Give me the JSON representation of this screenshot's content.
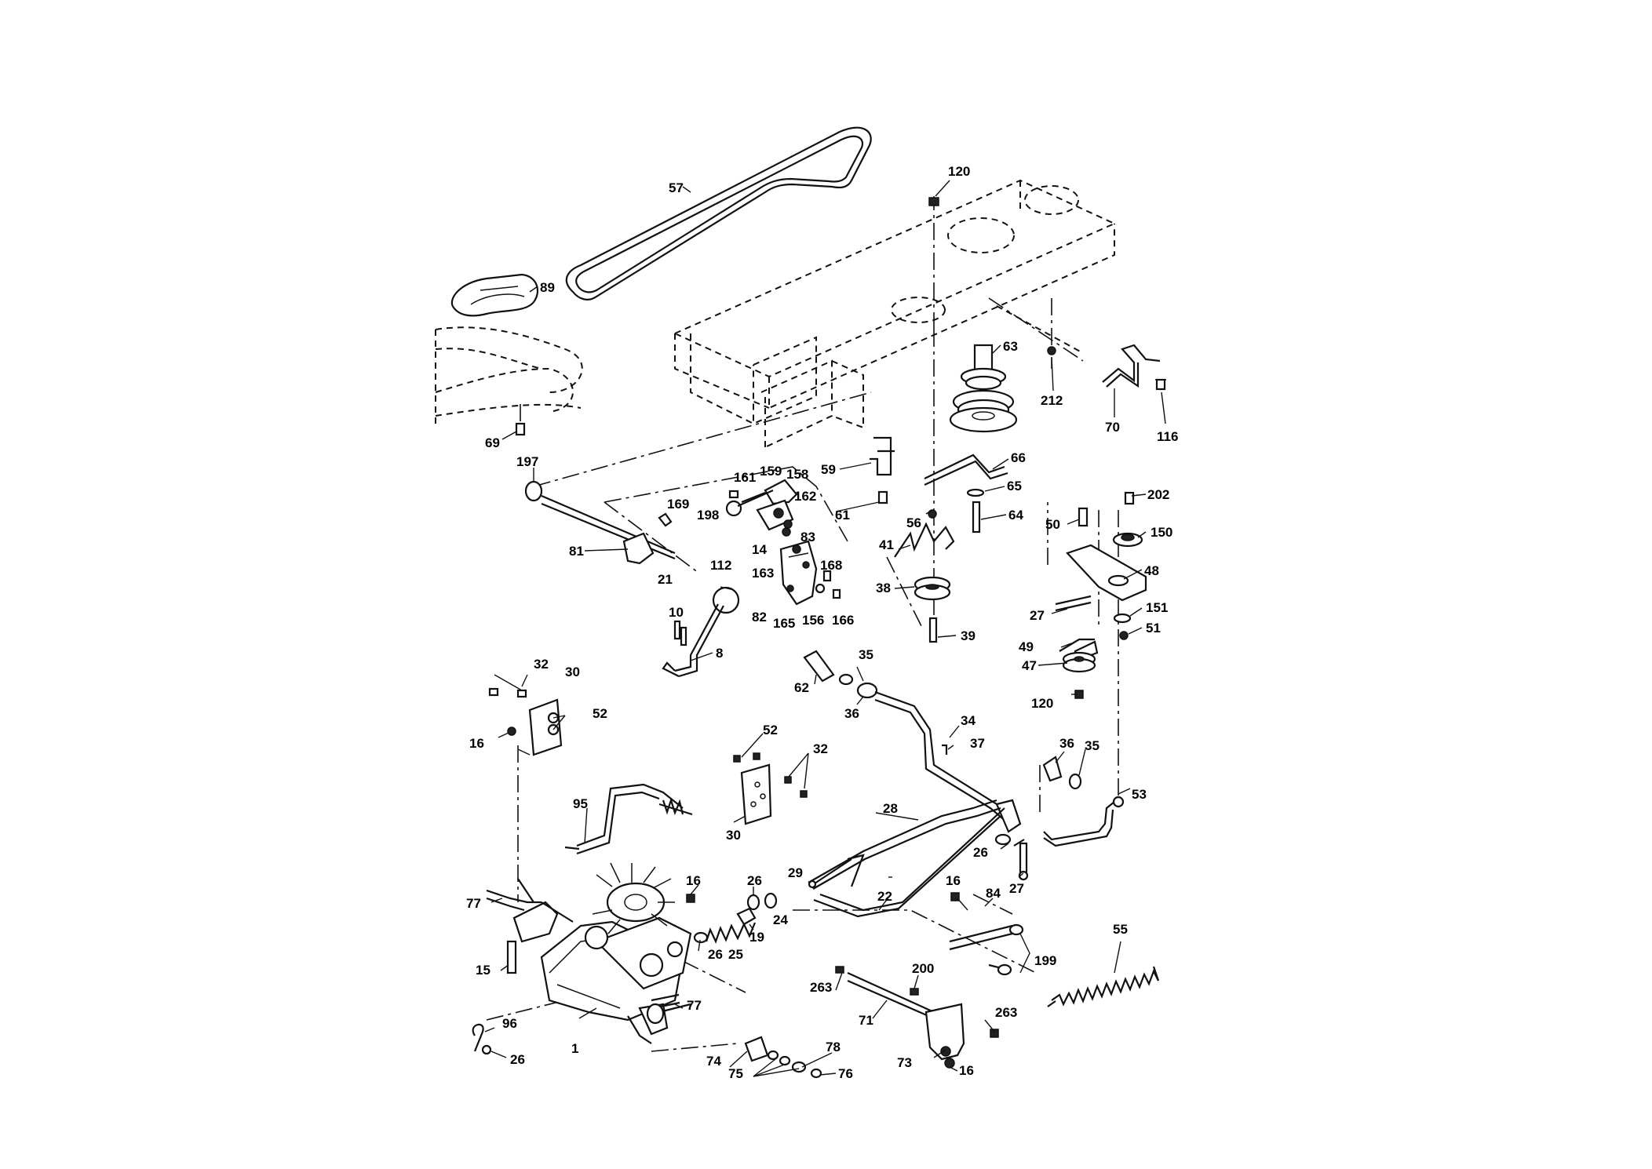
{
  "callouts": [
    {
      "id": "c57",
      "text": "57"
    },
    {
      "id": "c120a",
      "text": "120"
    },
    {
      "id": "c89",
      "text": "89"
    },
    {
      "id": "c63",
      "text": "63"
    },
    {
      "id": "c212",
      "text": "212"
    },
    {
      "id": "c70",
      "text": "70"
    },
    {
      "id": "c116",
      "text": "116"
    },
    {
      "id": "c69",
      "text": "69"
    },
    {
      "id": "c197",
      "text": "197"
    },
    {
      "id": "c59",
      "text": "59"
    },
    {
      "id": "c66",
      "text": "66"
    },
    {
      "id": "c65",
      "text": "65"
    },
    {
      "id": "c202",
      "text": "202"
    },
    {
      "id": "c161",
      "text": "161"
    },
    {
      "id": "c159",
      "text": "159"
    },
    {
      "id": "c158",
      "text": "158"
    },
    {
      "id": "c169",
      "text": "169"
    },
    {
      "id": "c162",
      "text": "162"
    },
    {
      "id": "c198",
      "text": "198"
    },
    {
      "id": "c61",
      "text": "61"
    },
    {
      "id": "c56",
      "text": "56"
    },
    {
      "id": "c64",
      "text": "64"
    },
    {
      "id": "c50",
      "text": "50"
    },
    {
      "id": "c150",
      "text": "150"
    },
    {
      "id": "c83",
      "text": "83"
    },
    {
      "id": "c81",
      "text": "81"
    },
    {
      "id": "c14",
      "text": "14"
    },
    {
      "id": "c41",
      "text": "41"
    },
    {
      "id": "c112",
      "text": "112"
    },
    {
      "id": "c163",
      "text": "163"
    },
    {
      "id": "c168",
      "text": "168"
    },
    {
      "id": "c48",
      "text": "48"
    },
    {
      "id": "c21",
      "text": "21"
    },
    {
      "id": "c38",
      "text": "38"
    },
    {
      "id": "c82",
      "text": "82"
    },
    {
      "id": "c165",
      "text": "165"
    },
    {
      "id": "c156",
      "text": "156"
    },
    {
      "id": "c166",
      "text": "166"
    },
    {
      "id": "c10",
      "text": "10"
    },
    {
      "id": "c27a",
      "text": "27"
    },
    {
      "id": "c151",
      "text": "151"
    },
    {
      "id": "c51",
      "text": "51"
    },
    {
      "id": "c39",
      "text": "39"
    },
    {
      "id": "c49",
      "text": "49"
    },
    {
      "id": "c8",
      "text": "8"
    },
    {
      "id": "c35a",
      "text": "35"
    },
    {
      "id": "c47",
      "text": "47"
    },
    {
      "id": "c32a",
      "text": "32"
    },
    {
      "id": "c30a",
      "text": "30"
    },
    {
      "id": "c62",
      "text": "62"
    },
    {
      "id": "c120b",
      "text": "120"
    },
    {
      "id": "c52a",
      "text": "52"
    },
    {
      "id": "c36a",
      "text": "36"
    },
    {
      "id": "c34",
      "text": "34"
    },
    {
      "id": "c16a",
      "text": "16"
    },
    {
      "id": "c52b",
      "text": "52"
    },
    {
      "id": "c37",
      "text": "37"
    },
    {
      "id": "c36b",
      "text": "36"
    },
    {
      "id": "c35b",
      "text": "35"
    },
    {
      "id": "c32b",
      "text": "32"
    },
    {
      "id": "c53",
      "text": "53"
    },
    {
      "id": "c95",
      "text": "95"
    },
    {
      "id": "c28",
      "text": "28"
    },
    {
      "id": "c30b",
      "text": "30"
    },
    {
      "id": "c26a",
      "text": "26"
    },
    {
      "id": "c29",
      "text": "29"
    },
    {
      "id": "c27b",
      "text": "27"
    },
    {
      "id": "c16b",
      "text": "16"
    },
    {
      "id": "c26b",
      "text": "26"
    },
    {
      "id": "c16c",
      "text": "16"
    },
    {
      "id": "c84",
      "text": "84"
    },
    {
      "id": "c77a",
      "text": "77"
    },
    {
      "id": "c22",
      "text": "22"
    },
    {
      "id": "c19",
      "text": "19"
    },
    {
      "id": "c24",
      "text": "24"
    },
    {
      "id": "c55",
      "text": "55"
    },
    {
      "id": "c26c",
      "text": "26"
    },
    {
      "id": "c25",
      "text": "25"
    },
    {
      "id": "c15",
      "text": "15"
    },
    {
      "id": "c199",
      "text": "199"
    },
    {
      "id": "c200",
      "text": "200"
    },
    {
      "id": "c263a",
      "text": "263"
    },
    {
      "id": "c77b",
      "text": "77"
    },
    {
      "id": "c263b",
      "text": "263"
    },
    {
      "id": "c71",
      "text": "71"
    },
    {
      "id": "c96",
      "text": "96"
    },
    {
      "id": "c1",
      "text": "1"
    },
    {
      "id": "c78",
      "text": "78"
    },
    {
      "id": "c26d",
      "text": "26"
    },
    {
      "id": "c74",
      "text": "74"
    },
    {
      "id": "c76",
      "text": "76"
    },
    {
      "id": "c73",
      "text": "73"
    },
    {
      "id": "c16d",
      "text": "16"
    },
    {
      "id": "c75",
      "text": "75"
    }
  ]
}
